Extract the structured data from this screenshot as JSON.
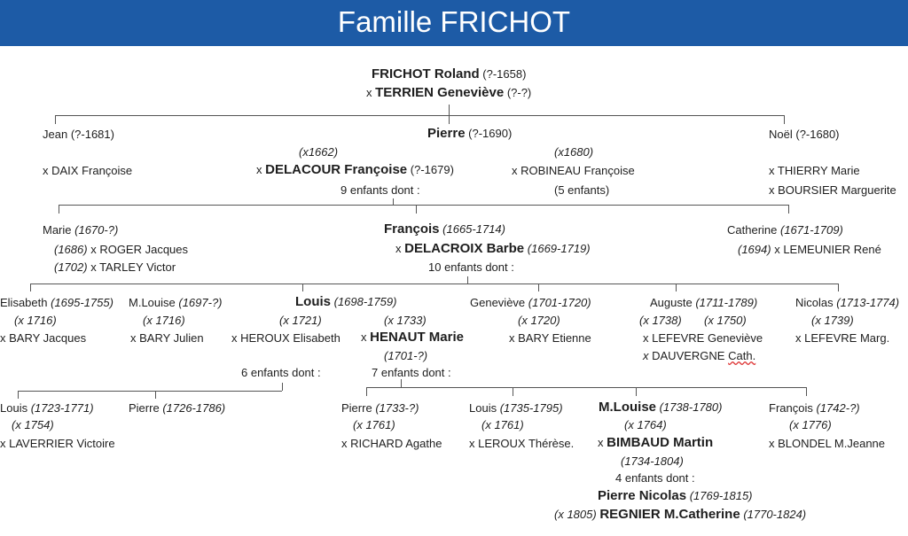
{
  "title": "Famille FRICHOT",
  "g1": {
    "name": "FRICHOT Roland",
    "dates": "(?-1658)",
    "x": "x",
    "spouse": "TERRIEN Geneviève",
    "spouse_dates": "(?-?)"
  },
  "g2": {
    "jean": {
      "name": "Jean",
      "dates": "(?-1681)",
      "spouse": "x DAIX Françoise"
    },
    "pierre": {
      "name": "Pierre",
      "dates": "(?-1690)",
      "m1": "(x1662)",
      "x": "x",
      "spouse1": "DELACOUR Françoise",
      "spouse1_dates": "(?-1679)",
      "children1": "9 enfants dont :",
      "m2": "(x1680)",
      "spouse2": "x ROBINEAU Françoise",
      "children2": "(5 enfants)"
    },
    "noel": {
      "name": "Noël",
      "dates": "(?-1680)",
      "spouse1": "x THIERRY Marie",
      "spouse2": "x BOURSIER Marguerite"
    }
  },
  "g3": {
    "marie": {
      "name": "Marie",
      "dates": "(1670-?)",
      "m1": "(1686)",
      "spouse1": "x ROGER Jacques",
      "m2": "(1702)",
      "spouse2": "x TARLEY Victor"
    },
    "francois": {
      "name": "François",
      "dates": "(1665-1714)",
      "x": "x",
      "spouse": "DELACROIX Barbe",
      "spouse_dates": "(1669-1719)",
      "children": "10 enfants dont :"
    },
    "catherine": {
      "name": "Catherine",
      "dates": "(1671-1709)",
      "m": "(1694)",
      "spouse": "x LEMEUNIER René"
    }
  },
  "g4": {
    "elisabeth": {
      "name": "Elisabeth",
      "dates": "(1695-1755)",
      "m": "(x 1716)",
      "spouse": "x BARY Jacques"
    },
    "mlouise": {
      "name": "M.Louise",
      "dates": "(1697-?)",
      "m": "(x 1716)",
      "spouse": "x BARY Julien"
    },
    "louis": {
      "name": "Louis",
      "dates": "(1698-1759)",
      "m1": "(x 1721)",
      "spouse1": "x HEROUX Elisabeth",
      "children1": "6 enfants dont :",
      "m2": "(x 1733)",
      "x": "x",
      "spouse2": "HENAUT Marie",
      "spouse2_dates": "(1701-?)",
      "children2": "7 enfants dont :"
    },
    "genevieve": {
      "name": "Geneviève",
      "dates": "(1701-1720)",
      "m": "(x 1720)",
      "spouse": "x BARY Etienne"
    },
    "auguste": {
      "name": "Auguste",
      "dates": "(1711-1789)",
      "m1": "(x 1738)",
      "m2": "(x 1750)",
      "spouse1": "x LEFEVRE Geneviève",
      "spouse2_x": "x",
      "spouse2": "DAUVERGNE",
      "spouse2_b": "Cath."
    },
    "nicolas": {
      "name": "Nicolas",
      "dates": "(1713-1774)",
      "m": "(x 1739)",
      "spouse": "x LEFEVRE Marg."
    }
  },
  "g5": {
    "louis": {
      "name": "Louis",
      "dates": "(1723-1771)",
      "m": "(x 1754)",
      "spouse": "x LAVERRIER Victoire"
    },
    "pierre1": {
      "name": "Pierre",
      "dates": "(1726-1786)"
    },
    "pierre2": {
      "name": "Pierre",
      "dates": "(1733-?)",
      "m": "(x 1761)",
      "spouse": "x RICHARD Agathe"
    },
    "louis2": {
      "name": "Louis",
      "dates": "(1735-1795)",
      "m": "(x 1761)",
      "spouse": "x LEROUX Thérèse."
    },
    "mlouise": {
      "name": "M.Louise",
      "dates": "(1738-1780)",
      "m": "(x 1764)",
      "x": "x",
      "spouse": "BIMBAUD Martin",
      "spouse_dates": "(1734-1804)",
      "children": "4 enfants dont :"
    },
    "francois": {
      "name": "François",
      "dates": "(1742-?)",
      "m": "(x 1776)",
      "spouse": "x BLONDEL M.Jeanne"
    }
  },
  "g6": {
    "name": "Pierre Nicolas",
    "dates": "(1769-1815)",
    "m": "(x 1805)",
    "spouse": "REGNIER M.Catherine",
    "spouse_dates": "(1770-1824)"
  }
}
